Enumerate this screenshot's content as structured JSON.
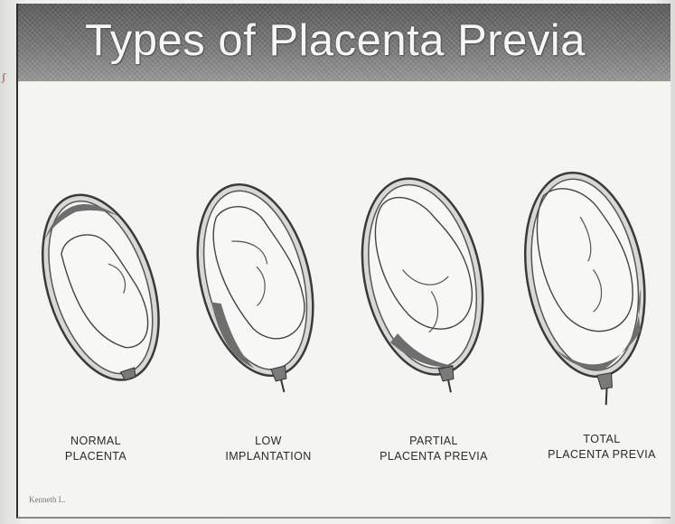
{
  "title": "Types of Placenta Previa",
  "figures": [
    {
      "label_line1": "NORMAL",
      "label_line2": "PLACENTA",
      "name": "normal-placenta"
    },
    {
      "label_line1": "LOW",
      "label_line2": "IMPLANTATION",
      "name": "low-implantation"
    },
    {
      "label_line1": "PARTIAL",
      "label_line2": "PLACENTA PREVIA",
      "name": "partial-placenta-previa"
    },
    {
      "label_line1": "TOTAL",
      "label_line2": "PLACENTA PREVIA",
      "name": "total-placenta-previa"
    }
  ],
  "credit": "Kenneth L.",
  "colors": {
    "title_band": "#7a7a7a",
    "placenta": "#6e6e6e",
    "outline": "#333333"
  }
}
